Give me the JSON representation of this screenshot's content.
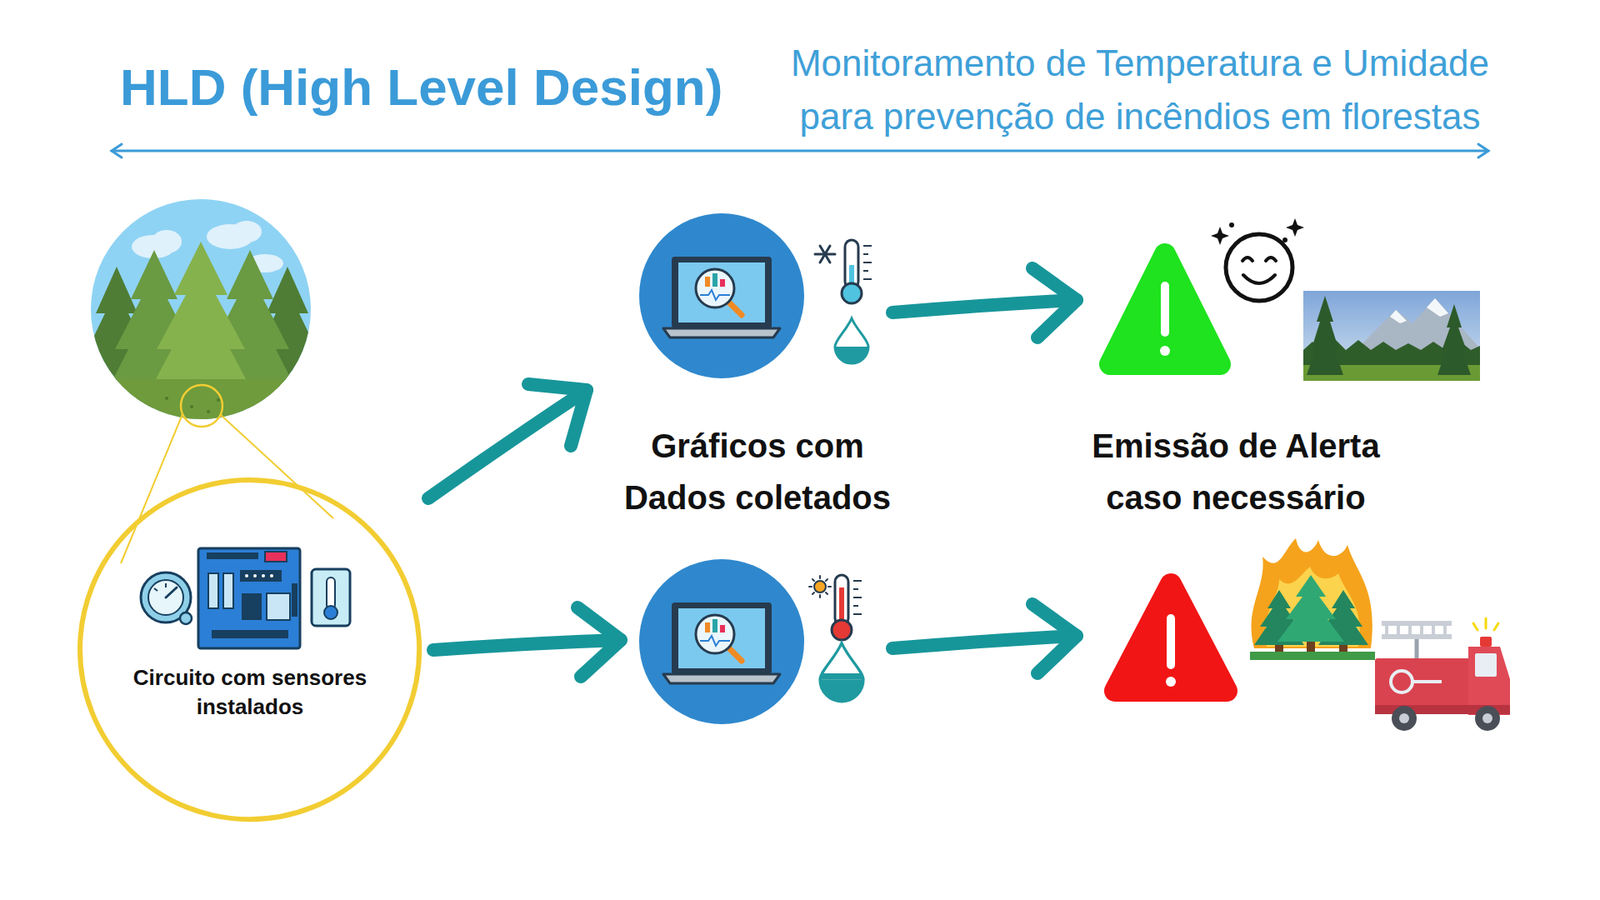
{
  "diagram": {
    "title": "HLD (High Level Design)",
    "nodes": [
      {
        "text": [
          "Circuito com sensores instalados"
        ]
      }
    ],
    "labels": [
      "Monitoramento de Temperatura e Umidade para prevenção de incêndios em florestas",
      "Gráficos com Dados coletados",
      "Emissão de Alerta caso necessário"
    ]
  }
}
